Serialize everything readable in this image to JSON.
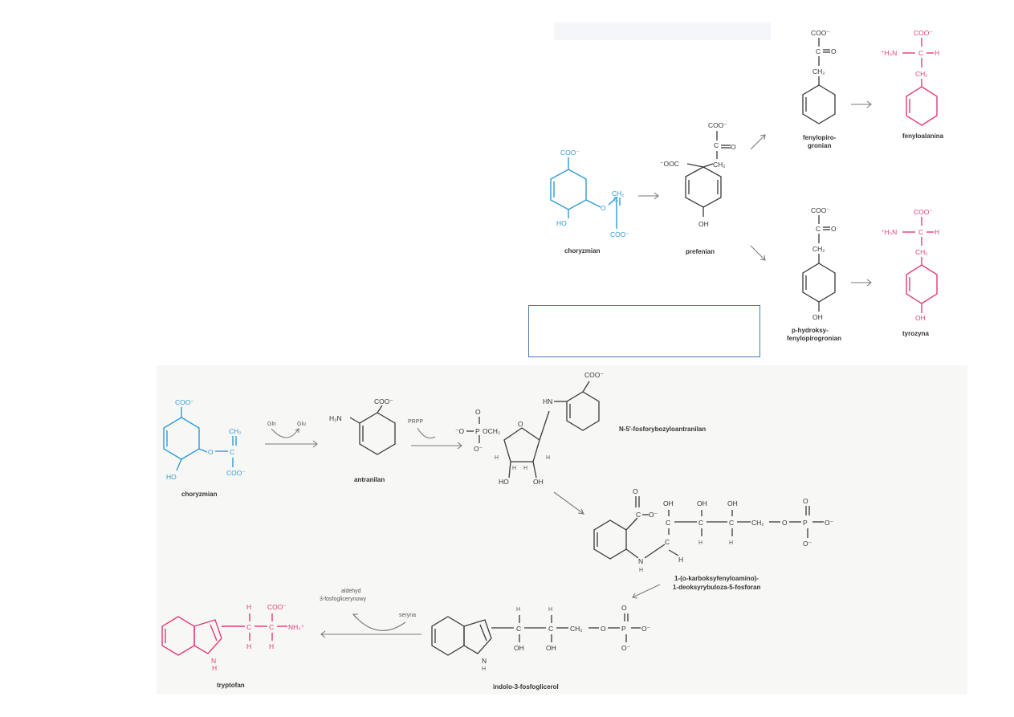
{
  "top_pathway": {
    "chorismate_label": "choryzmian",
    "prephenate_label": "prefenian",
    "phenylpyruvate_label_line1": "fenylopiro-",
    "phenylpyruvate_label_line2": "gronian",
    "phenylalanine_label": "fenyloalanina",
    "hydroxyphenylpyruvate_label_line1": "p-hydroksy-",
    "hydroxyphenylpyruvate_label_line2": "fenylopirogronian",
    "tyrosine_label": "tyrozyna"
  },
  "bottom_pathway": {
    "chorismate_label": "choryzmian",
    "anthranilate_label": "antranilan",
    "gln_label": "Gln",
    "glu_label": "Glu",
    "prpp_label": "PRPP",
    "prib_anthranilate_label": "N-5'-fosforybozyloantranilan",
    "carboxy_label_line1": "1-(o-karboksyfenyloamino)-",
    "carboxy_label_line2": "1-deoksyrybuloza-5-fosforan",
    "indole_glycerol_label": "indolo-3-fosfoglicerol",
    "tryptophan_label": "tryptofan",
    "aldehyde_label_line1": "aldehyd",
    "aldehyde_label_line2": "3-fosfoglicerynowy",
    "serine_label": "seryna"
  },
  "colors": {
    "precursor": "#2e9ad6",
    "product": "#e23c78",
    "selection_border": "#4a79b8"
  }
}
